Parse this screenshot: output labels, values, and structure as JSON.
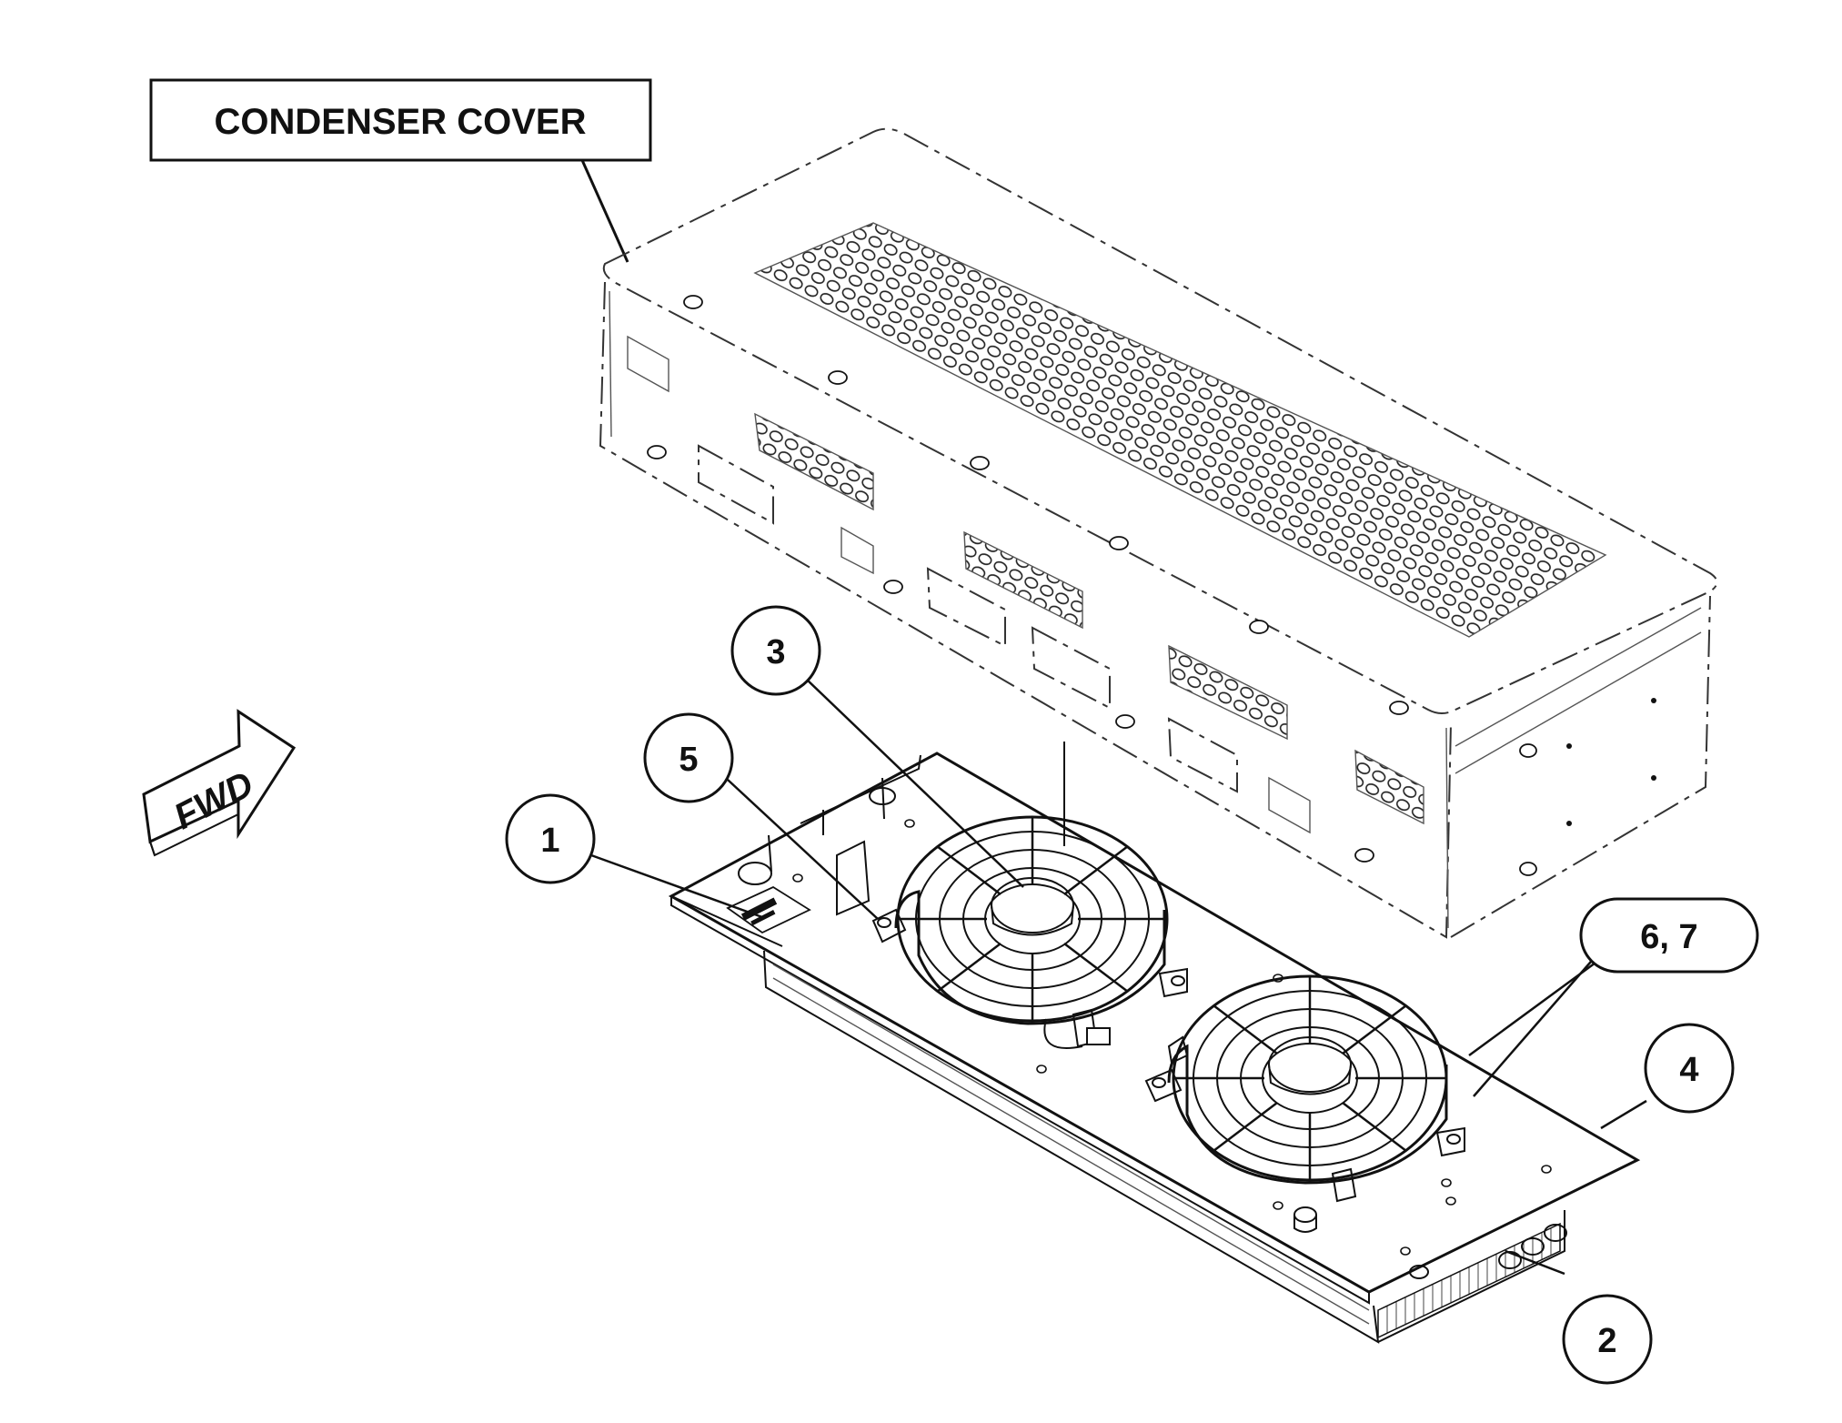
{
  "title_label": "CONDENSER COVER",
  "direction_arrow": {
    "label": "FWD"
  },
  "callouts": [
    {
      "id": "callout-1",
      "label": "1"
    },
    {
      "id": "callout-2",
      "label": "2"
    },
    {
      "id": "callout-3",
      "label": "3"
    },
    {
      "id": "callout-4",
      "label": "4"
    },
    {
      "id": "callout-5",
      "label": "5"
    },
    {
      "id": "callout-6-7",
      "label": "6, 7"
    }
  ],
  "colors": {
    "line": "#111111",
    "background": "#ffffff"
  }
}
